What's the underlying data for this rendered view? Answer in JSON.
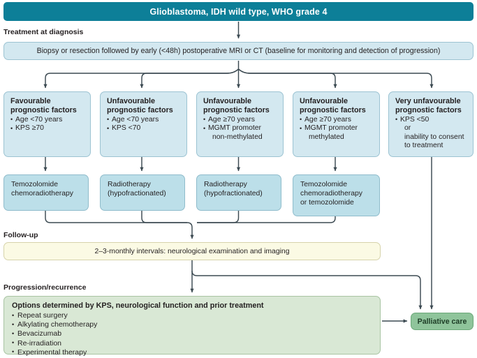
{
  "header": {
    "title": "Glioblastoma, IDH wild type, WHO grade 4"
  },
  "sections": {
    "treatment_label": "Treatment at diagnosis",
    "followup_label": "Follow-up",
    "progression_label": "Progression/recurrence"
  },
  "baseline": {
    "text": "Biopsy or resection followed by early (<48h)  postoperative MRI or CT (baseline for monitoring and detection of progression)"
  },
  "prognostic_groups": [
    {
      "heading": "Favourable\nprognostic factors",
      "heading_line1": "Favourable",
      "heading_line2": "prognostic factors",
      "items": [
        {
          "text": "Age <70 years",
          "bullet": true
        },
        {
          "text": "KPS ≥70",
          "bullet": true
        }
      ]
    },
    {
      "heading_line1": "Unfavourable",
      "heading_line2": "prognostic factors",
      "items": [
        {
          "text": "Age <70 years",
          "bullet": true
        },
        {
          "text": "KPS <70",
          "bullet": true
        }
      ]
    },
    {
      "heading_line1": "Unfavourable",
      "heading_line2": "prognostic factors",
      "items": [
        {
          "text": "Age ≥70 years",
          "bullet": true
        },
        {
          "text": "MGMT promoter",
          "bullet": true
        },
        {
          "text": "non-methylated",
          "bullet": false
        }
      ]
    },
    {
      "heading_line1": "Unfavourable",
      "heading_line2": "prognostic factors",
      "items": [
        {
          "text": "Age ≥70 years",
          "bullet": true
        },
        {
          "text": "MGMT promoter",
          "bullet": true
        },
        {
          "text": "methylated",
          "bullet": false
        }
      ]
    },
    {
      "heading_line1": "Very unfavourable",
      "heading_line2": "prognostic factors",
      "items": [
        {
          "text": "KPS <50",
          "bullet": true
        },
        {
          "text": "or",
          "bullet": false
        },
        {
          "text": "inability to consent",
          "bullet": false
        },
        {
          "text": "to treatment",
          "bullet": false
        }
      ]
    }
  ],
  "treatments": [
    {
      "line1": "Temozolomide",
      "line2": "chemoradiotherapy",
      "line3": ""
    },
    {
      "line1": "Radiotherapy",
      "line2": "(hypofractionated)",
      "line3": ""
    },
    {
      "line1": "Radiotherapy",
      "line2": "(hypofractionated)",
      "line3": ""
    },
    {
      "line1": "Temozolomide",
      "line2": "chemoradiotherapy",
      "line3": "or temozolomide"
    }
  ],
  "followup": {
    "text": "2–3-monthly intervals: neurological examination and imaging"
  },
  "progression": {
    "heading": "Options determined by KPS, neurological function and prior treatment",
    "options": [
      "Repeat surgery",
      "Alkylating chemotherapy",
      "Bevacizumab",
      "Re-irradiation",
      "Experimental therapy"
    ]
  },
  "palliative": {
    "label": "Palliative care"
  },
  "colors": {
    "header_teal": "#0d7f98",
    "box_blue": "#d3e8f0",
    "box_blue_dark": "#bcdfe9",
    "box_yellow": "#fbfae4",
    "box_green": "#d9e8d5",
    "palliative_green": "#8fc49b",
    "connector": "#3c4a52",
    "text": "#231f20"
  }
}
